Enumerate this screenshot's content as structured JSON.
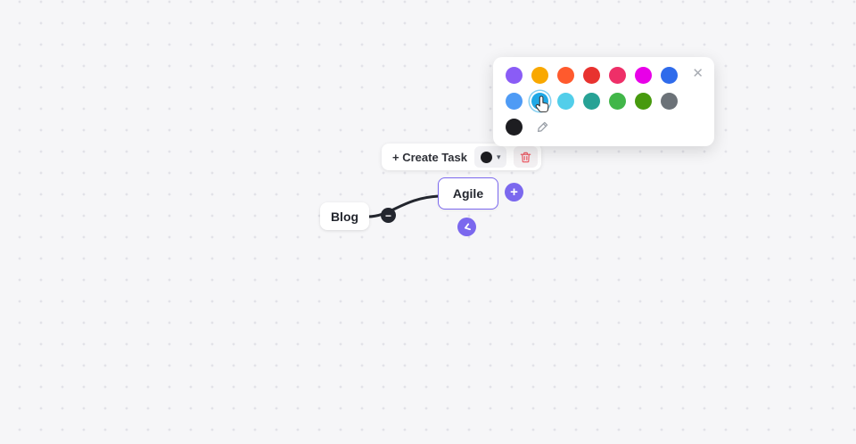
{
  "colors": {
    "accent": "#7B68EE",
    "trash": "#ED5E68",
    "ink": "#23262E",
    "canvas_bg": "#F6F6F8",
    "dot": "#E2E2E8"
  },
  "mindmap": {
    "agile_label": "Agile",
    "blog_label": "Blog",
    "plus_label": "+",
    "minus_label": "−"
  },
  "toolbar": {
    "create_task": "+ Create Task",
    "caret": "▾",
    "selected_color": "#1D1D21"
  },
  "color_picker": {
    "close": "✕",
    "hovered": {
      "row": 1,
      "index": 1
    },
    "rows": [
      [
        "#8A5CF6",
        "#F9A800",
        "#FF5A2D",
        "#E8322F",
        "#EE2F68",
        "#E800E8",
        "#2F6BEB"
      ],
      [
        "#4E9BF5",
        "#1FA8E6",
        "#52CEEA",
        "#27A295",
        "#41B649",
        "#479A0E",
        "#6C7278"
      ],
      [
        "#1D1D21"
      ]
    ]
  }
}
